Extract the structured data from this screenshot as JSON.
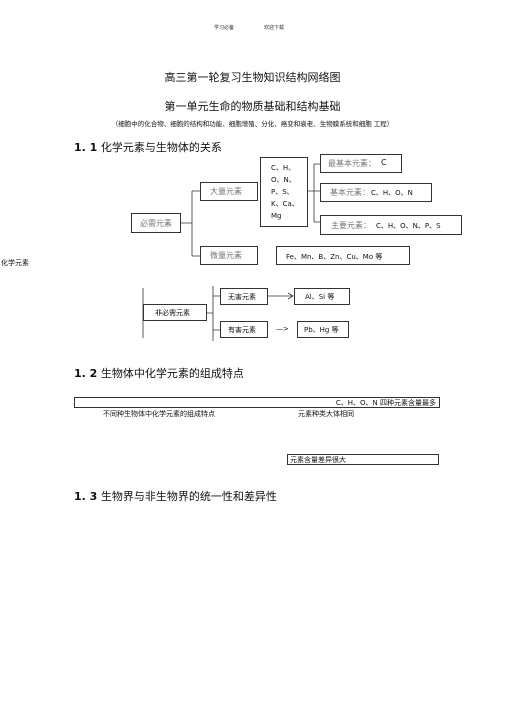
{
  "header": {
    "left": "学习必备",
    "right": "欢迎下载"
  },
  "title": "高三第一轮复习生物知识结构网络图",
  "unit_title": "第一单元生命的物质基础和结构基础",
  "subtitle": "（细胞中的化合物、细胞的结构和功能、细胞增殖、分化、癌变和衰老、生物膜系统和细胞 工程）",
  "section1": {
    "num": "1. 1",
    "title": "化学元素与生物体的关系"
  },
  "side_label": "化学元素",
  "diagram1": {
    "essential": "必需元素",
    "major": "大量元素",
    "major_list": [
      "C、H、",
      "O、N、",
      "P、S、",
      "K、Ca、",
      "Mg"
    ],
    "most_basic": {
      "label": "最基本元素：",
      "value": "C"
    },
    "basic": {
      "label": "基本元素：",
      "value": "C、H、O、N"
    },
    "main": {
      "label": "主要元素：",
      "value": "C、H、O、N、P、S"
    },
    "trace": "微量元素",
    "trace_list": "Fe、Mn、B、Zn、Cu、Mo 等"
  },
  "diagram2": {
    "nonessential": "非必需元素",
    "harmless": "无害元素",
    "harmless_list": "Al、Si 等",
    "harmful": "有害元素",
    "harmful_list": "Pb、Hg 等",
    "arrow": "—>"
  },
  "section2": {
    "num": "1. 2",
    "title": "生物体中化学元素的组成特点"
  },
  "section2_content": {
    "box1": "C、H、O、N 四种元素含量最多",
    "left_text": "不同种生物体中化学元素的组成特点",
    "right_text": "元素种类大体相同",
    "box2": "元素含量差异很大"
  },
  "section3": {
    "num": "1. 3",
    "title": "生物界与非生物界的统一性和差异性"
  }
}
